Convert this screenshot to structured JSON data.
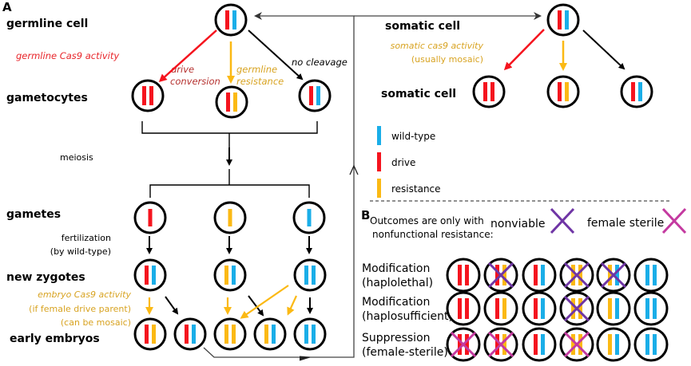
{
  "colors": {
    "wild_type": "#1aaee8",
    "drive": "#f5141e",
    "resistance": "#fbb914",
    "nonviable_cross": "#6f35a5",
    "sterile_cross": "#c43aa0",
    "black": "#000000",
    "gray_line": "#555555",
    "red_text": "#e8262b",
    "dark_red_text": "#b5312f",
    "gold_text": "#d8a321"
  },
  "panel_a": {
    "label": "A",
    "rows": {
      "germline_cell": "germline cell",
      "gametocytes": "gametocytes",
      "meiosis": "meiosis",
      "gametes": "gametes",
      "fertilization_line1": "fertilization",
      "fertilization_line2": "(by wild-type)",
      "new_zygotes": "new zygotes",
      "early_embryos": "early embryos"
    },
    "annotations": {
      "germline_cas9": "germline Cas9 activity",
      "drive_line1": "drive",
      "drive_line2": "conversion",
      "resist_line1": "germline",
      "resist_line2": "resistance",
      "no_cleavage": "no cleavage",
      "embryo_line1": "embryo Cas9 activity",
      "embryo_line2": "(if female drive parent)",
      "embryo_line3": "(can be mosaic)",
      "somatic_cas9_line1": "somatic cas9 activity",
      "somatic_cas9_line2": "(usually mosaic)"
    },
    "somatic_top_label": "somatic cell",
    "somatic_bottom_label": "somatic cell",
    "cells": {
      "germline": [
        "drive",
        "wild_type"
      ],
      "gametocytes": [
        [
          "drive",
          "drive"
        ],
        [
          "drive",
          "resistance"
        ],
        [
          "drive",
          "wild_type"
        ]
      ],
      "gametes": [
        [
          "drive"
        ],
        [
          "resistance"
        ],
        [
          "wild_type"
        ]
      ],
      "zygotes": [
        [
          "drive",
          "wild_type"
        ],
        [
          "resistance",
          "wild_type"
        ],
        [
          "wild_type",
          "wild_type"
        ]
      ],
      "embryos": [
        [
          "drive",
          "resistance"
        ],
        [
          "drive",
          "wild_type"
        ],
        [
          "resistance",
          "resistance"
        ],
        [
          "resistance",
          "wild_type"
        ],
        [
          "wild_type",
          "wild_type"
        ]
      ],
      "somatic_parent": [
        "drive",
        "wild_type"
      ],
      "somatic_children": [
        [
          "drive",
          "drive"
        ],
        [
          "drive",
          "resistance"
        ],
        [
          "drive",
          "wild_type"
        ]
      ]
    }
  },
  "legend": {
    "items": [
      {
        "allele": "wild_type",
        "label": "wild-type"
      },
      {
        "allele": "drive",
        "label": "drive"
      },
      {
        "allele": "resistance",
        "label": "resistance"
      }
    ]
  },
  "panel_b": {
    "label": "B",
    "intro_line1": "Outcomes are only with",
    "intro_line2": "nonfunctional resistance:",
    "nonviable_label": "nonviable",
    "sterile_label": "female sterile",
    "rows": [
      {
        "label_line1": "Modification",
        "label_line2": "(haplolethal)",
        "genotypes": [
          {
            "alleles": [
              "drive",
              "drive"
            ],
            "cross": null
          },
          {
            "alleles": [
              "drive",
              "resistance"
            ],
            "cross": "nonviable"
          },
          {
            "alleles": [
              "drive",
              "wild_type"
            ],
            "cross": null
          },
          {
            "alleles": [
              "resistance",
              "resistance"
            ],
            "cross": "nonviable"
          },
          {
            "alleles": [
              "resistance",
              "wild_type"
            ],
            "cross": "nonviable"
          },
          {
            "alleles": [
              "wild_type",
              "wild_type"
            ],
            "cross": null
          }
        ]
      },
      {
        "label_line1": "Modification",
        "label_line2": "(haplosufficient)",
        "genotypes": [
          {
            "alleles": [
              "drive",
              "drive"
            ],
            "cross": null
          },
          {
            "alleles": [
              "drive",
              "resistance"
            ],
            "cross": null
          },
          {
            "alleles": [
              "drive",
              "wild_type"
            ],
            "cross": null
          },
          {
            "alleles": [
              "resistance",
              "resistance"
            ],
            "cross": "nonviable"
          },
          {
            "alleles": [
              "resistance",
              "wild_type"
            ],
            "cross": null
          },
          {
            "alleles": [
              "wild_type",
              "wild_type"
            ],
            "cross": null
          }
        ]
      },
      {
        "label_line1": "Suppression",
        "label_line2": "(female-sterile)",
        "genotypes": [
          {
            "alleles": [
              "drive",
              "drive"
            ],
            "cross": "sterile"
          },
          {
            "alleles": [
              "drive",
              "resistance"
            ],
            "cross": "sterile"
          },
          {
            "alleles": [
              "drive",
              "wild_type"
            ],
            "cross": null
          },
          {
            "alleles": [
              "resistance",
              "resistance"
            ],
            "cross": "sterile"
          },
          {
            "alleles": [
              "resistance",
              "wild_type"
            ],
            "cross": null
          },
          {
            "alleles": [
              "wild_type",
              "wild_type"
            ],
            "cross": null
          }
        ]
      }
    ]
  }
}
